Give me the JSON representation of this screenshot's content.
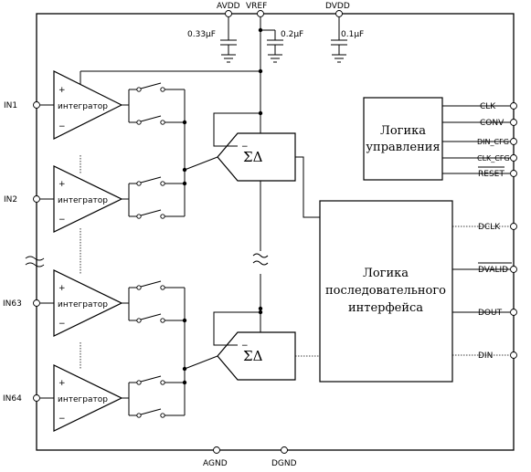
{
  "power_pins": {
    "avdd": "AVDD",
    "vref": "VREF",
    "dvdd": "DVDD"
  },
  "capacitors": {
    "c_avdd": "0.33µF",
    "c_vref": "0.2µF",
    "c_dvdd": "0.1µF"
  },
  "inputs": [
    "IN1",
    "IN2",
    "IN63",
    "IN64"
  ],
  "integrator_label": "интегратор",
  "plus_sign": "+",
  "minus_sign": "−",
  "adc_label": "ΣΔ",
  "control_logic": {
    "line1": "Логика",
    "line2": "управления"
  },
  "serial_interface": {
    "line1": "Логика",
    "line2": "последовательного",
    "line3": "интерфейса"
  },
  "control_pins": [
    "CLK",
    "CONV",
    "DIN_CFG",
    "CLK_CFG",
    "RESET"
  ],
  "serial_pins": [
    "DCLK",
    "DVALID",
    "DOUT",
    "DIN"
  ],
  "ground_pins": {
    "agnd": "AGND",
    "dgnd": "DGND"
  }
}
